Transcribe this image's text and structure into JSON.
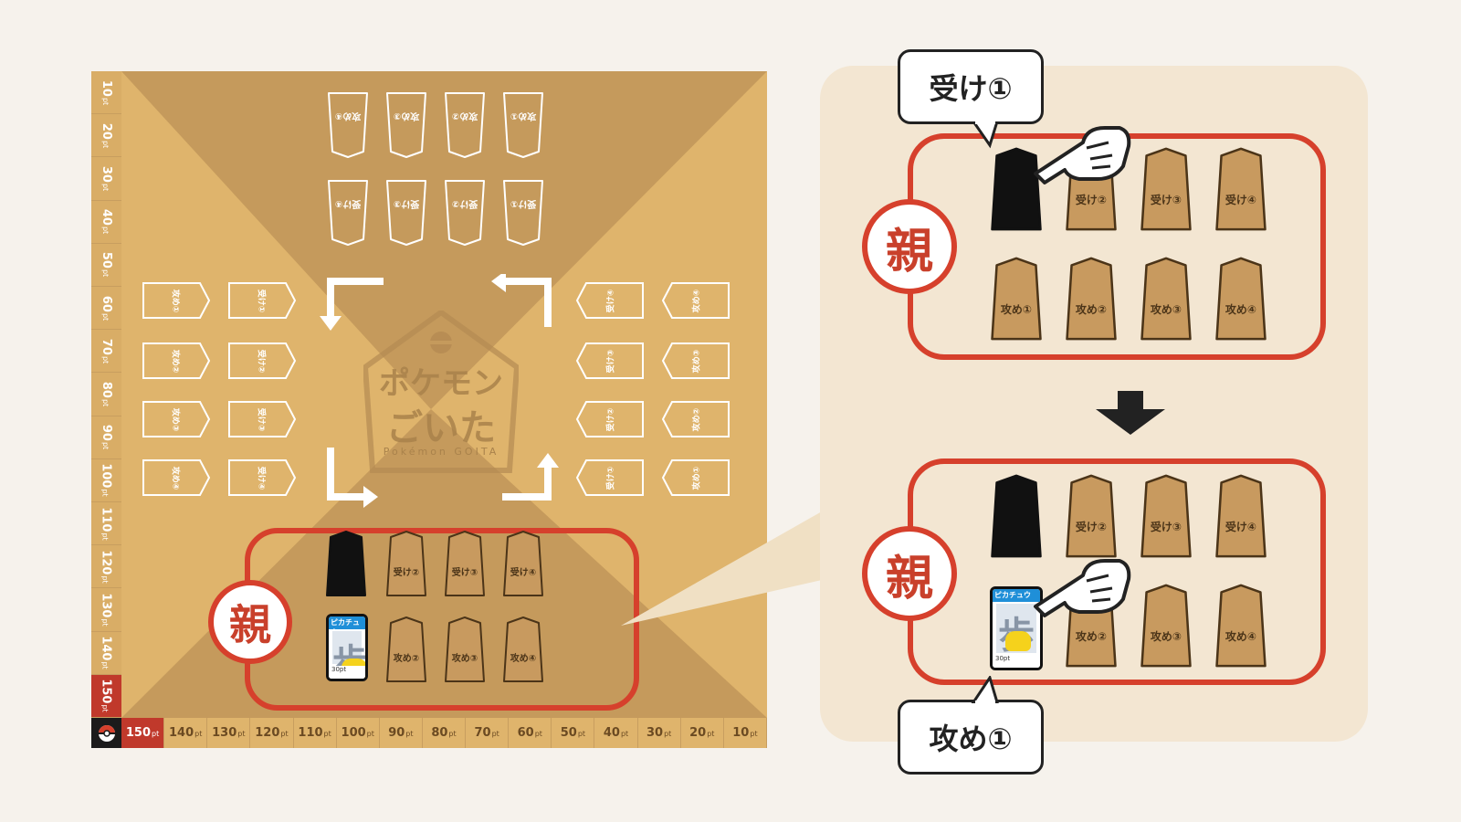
{
  "vertical_scale": [
    "10pt",
    "20pt",
    "30pt",
    "40pt",
    "50pt",
    "60pt",
    "70pt",
    "80pt",
    "90pt",
    "100pt",
    "110pt",
    "120pt",
    "130pt",
    "140pt",
    "150pt"
  ],
  "horizontal_scale": [
    "150pt",
    "140pt",
    "130pt",
    "120pt",
    "110pt",
    "100pt",
    "90pt",
    "80pt",
    "70pt",
    "60pt",
    "50pt",
    "40pt",
    "30pt",
    "20pt",
    "10pt"
  ],
  "active_score": "150pt",
  "logo": {
    "line1": "ポケモン",
    "line2": "ごいた",
    "sub": "Pokémon GOITA"
  },
  "oya_label": "親",
  "top_player": {
    "row1": [
      "攻め④",
      "攻め③",
      "攻め②",
      "攻め①"
    ],
    "row2": [
      "受け④",
      "受け③",
      "受け②",
      "受け①"
    ]
  },
  "left_player": {
    "attack": [
      "攻め①",
      "攻め②",
      "攻め③",
      "攻め④"
    ],
    "receive": [
      "受け①",
      "受け②",
      "受け③",
      "受け④"
    ]
  },
  "right_player": {
    "receive": [
      "受け④",
      "受け③",
      "受け②",
      "受け①"
    ],
    "attack": [
      "攻め④",
      "攻め③",
      "攻め②",
      "攻め①"
    ]
  },
  "bottom_player": {
    "receive": [
      "",
      "受け②",
      "受け③",
      "受け④"
    ],
    "attack": [
      "",
      "攻め②",
      "攻め③",
      "攻め④"
    ]
  },
  "card": {
    "name": "ピカチュウ",
    "kanji": "歩",
    "points": "30pt"
  },
  "zoom_before": {
    "callout": "受け①",
    "receive": [
      "",
      "受け②",
      "受け③",
      "受け④"
    ],
    "attack": [
      "攻め①",
      "攻め②",
      "攻め③",
      "攻め④"
    ]
  },
  "zoom_after": {
    "callout": "攻め①",
    "receive": [
      "",
      "受け②",
      "受け③",
      "受け④"
    ],
    "attack": [
      "",
      "攻め②",
      "攻め③",
      "攻め④"
    ]
  },
  "colors": {
    "board_light": "#dfb46c",
    "board_dark": "#c59a5c",
    "accent_red": "#d6402c",
    "panel": "#f3e6d2"
  }
}
